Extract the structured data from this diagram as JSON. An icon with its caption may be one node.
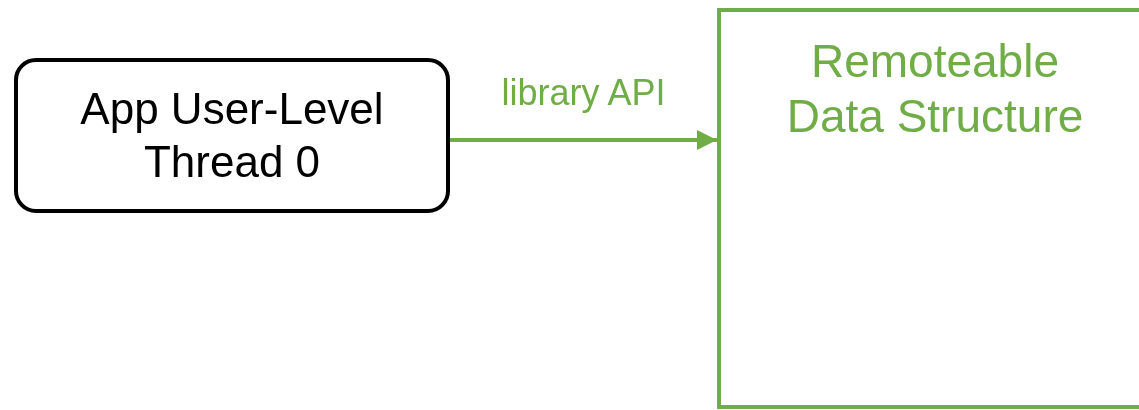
{
  "diagram": {
    "nodes": [
      {
        "text": [
          "App User-Level Thread 0"
        ]
      },
      {
        "text": [
          "Remoteable Data Structure"
        ]
      }
    ],
    "edges": [
      {
        "from": 0,
        "to": 1,
        "arrow": "to",
        "label": "library API",
        "color": "#70ad47"
      }
    ]
  }
}
